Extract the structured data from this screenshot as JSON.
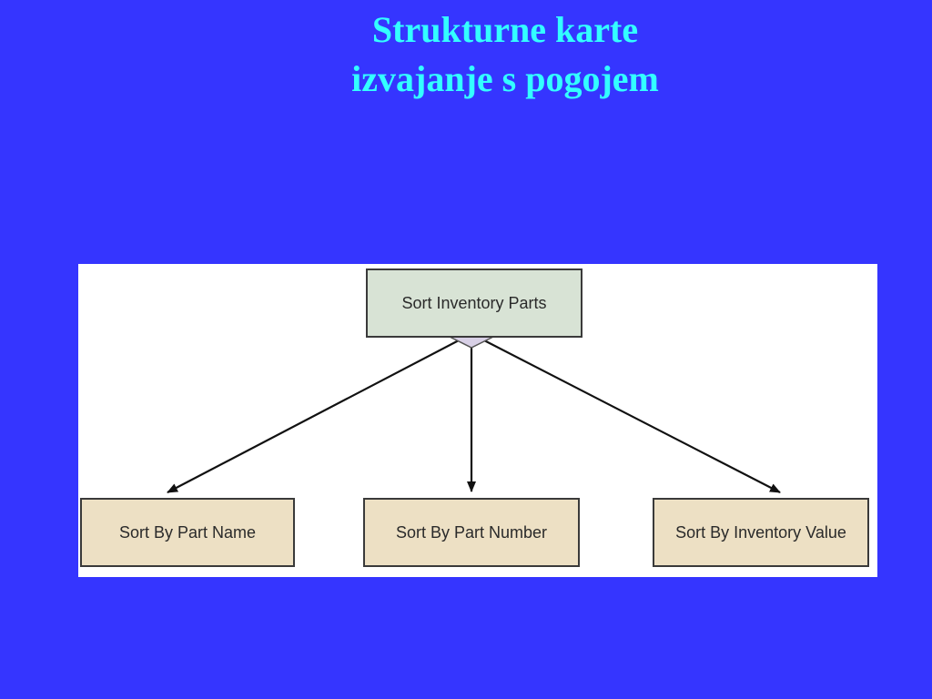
{
  "title": {
    "line1": "Strukturne karte",
    "line2": "izvajanje s pogojem"
  },
  "diagram": {
    "root": {
      "label": "Sort Inventory Parts"
    },
    "children": [
      {
        "label": "Sort By Part Name"
      },
      {
        "label": "Sort By Part Number"
      },
      {
        "label": "Sort By Inventory Value"
      }
    ],
    "colors": {
      "slide_background": "#3535ff",
      "title_text": "#33ffff",
      "root_fill": "#d8e3d5",
      "child_fill": "#ede0c4",
      "condition_diamond": "#d8d0e6"
    },
    "connector": "condition-diamond"
  }
}
